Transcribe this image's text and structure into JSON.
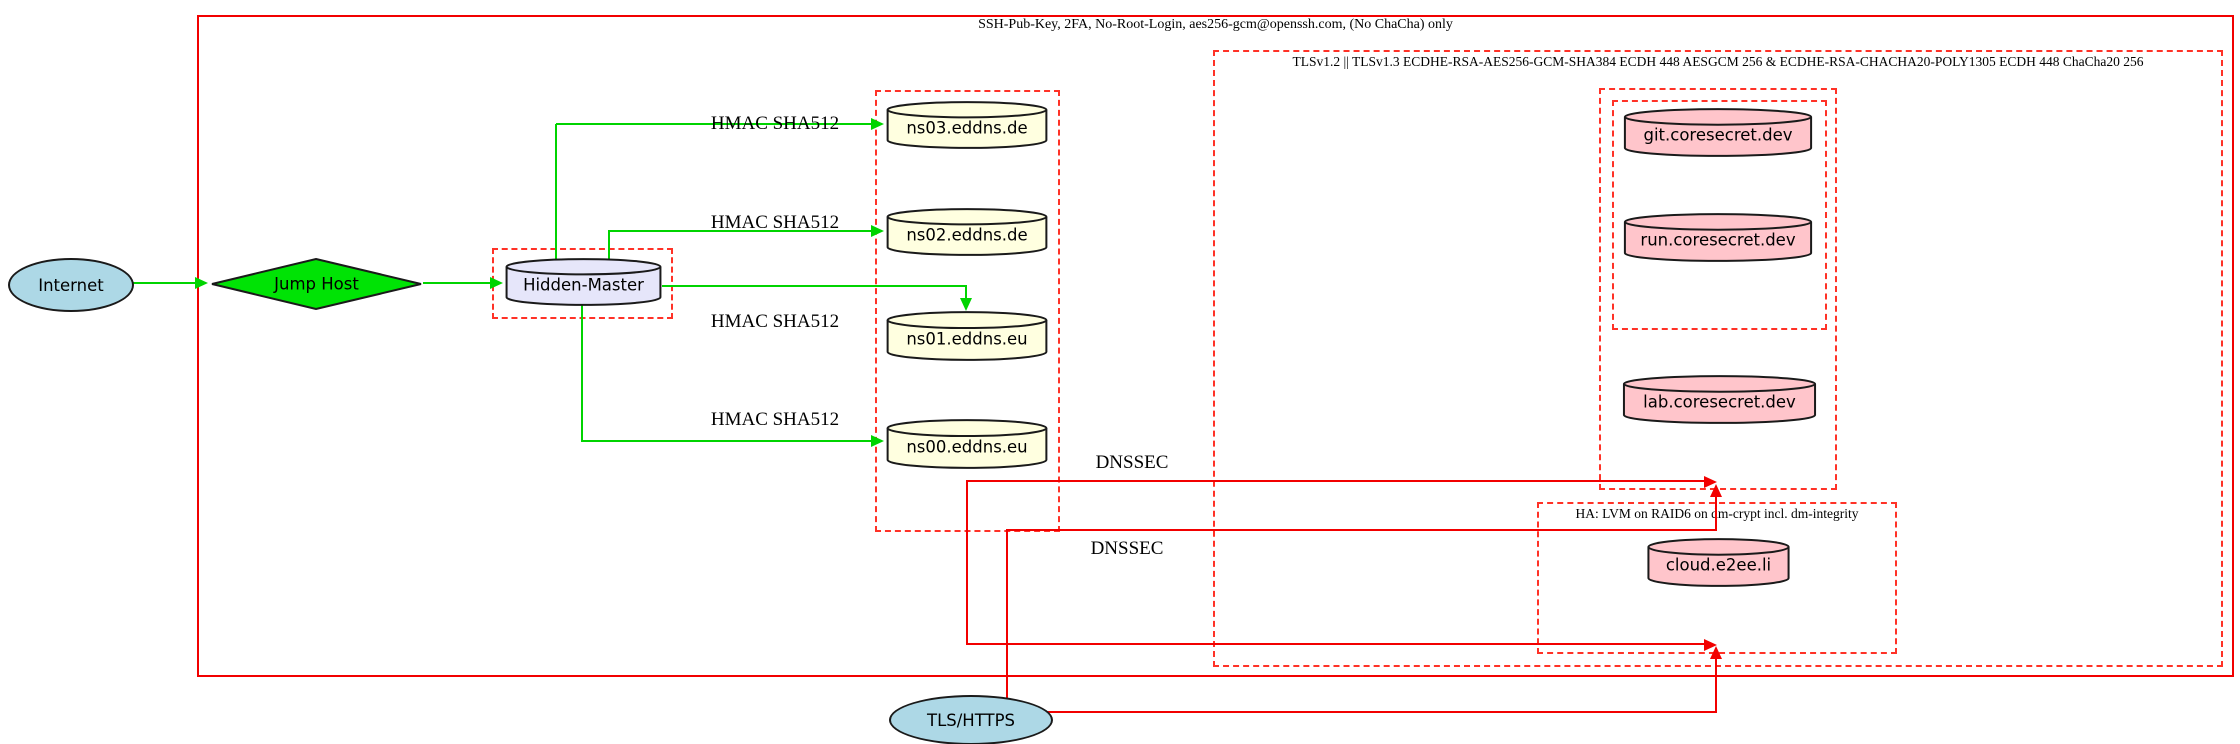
{
  "diagram": {
    "nodes": {
      "internet": {
        "label": "Internet"
      },
      "jump_host": {
        "label": "Jump Host"
      },
      "hidden_master": {
        "label": "Hidden-Master"
      },
      "ns03": {
        "label": "ns03.eddns.de"
      },
      "ns02": {
        "label": "ns02.eddns.de"
      },
      "ns01": {
        "label": "ns01.eddns.eu"
      },
      "ns00": {
        "label": "ns00.eddns.eu"
      },
      "git": {
        "label": "git.coresecret.dev"
      },
      "run": {
        "label": "run.coresecret.dev"
      },
      "lab": {
        "label": "lab.coresecret.dev"
      },
      "cloud": {
        "label": "cloud.e2ee.li"
      },
      "tls_https": {
        "label": "TLS/HTTPS"
      }
    },
    "clusters": {
      "ssh": {
        "label": "SSH-Pub-Key, 2FA, No-Root-Login, aes256-gcm@openssh.com, (No ChaCha) only"
      },
      "tls": {
        "label": "TLSv1.2 || TLSv1.3 ECDHE-RSA-AES256-GCM-SHA384 ECDH 448 AESGCM 256 & ECDHE-RSA-CHACHA20-POLY1305 ECDH 448 ChaCha20 256"
      },
      "ha": {
        "label": "HA: LVM on RAID6 on dm-crypt incl. dm-integrity"
      }
    },
    "edge_labels": {
      "hmac1": "HMAC SHA512",
      "hmac2": "HMAC SHA512",
      "hmac3": "HMAC SHA512",
      "hmac4": "HMAC SHA512",
      "dnssec1": "DNSSEC",
      "dnssec2": "DNSSEC"
    },
    "colors": {
      "node_blue": "#add8e6",
      "node_green": "#00e305",
      "node_lavender": "#e6e6fa",
      "node_yellow": "#ffffe0",
      "node_pink": "#ffc5cb",
      "edge_green": "#00d400",
      "edge_red": "#f20000",
      "cluster_red_dashed": "#ff3227"
    }
  }
}
